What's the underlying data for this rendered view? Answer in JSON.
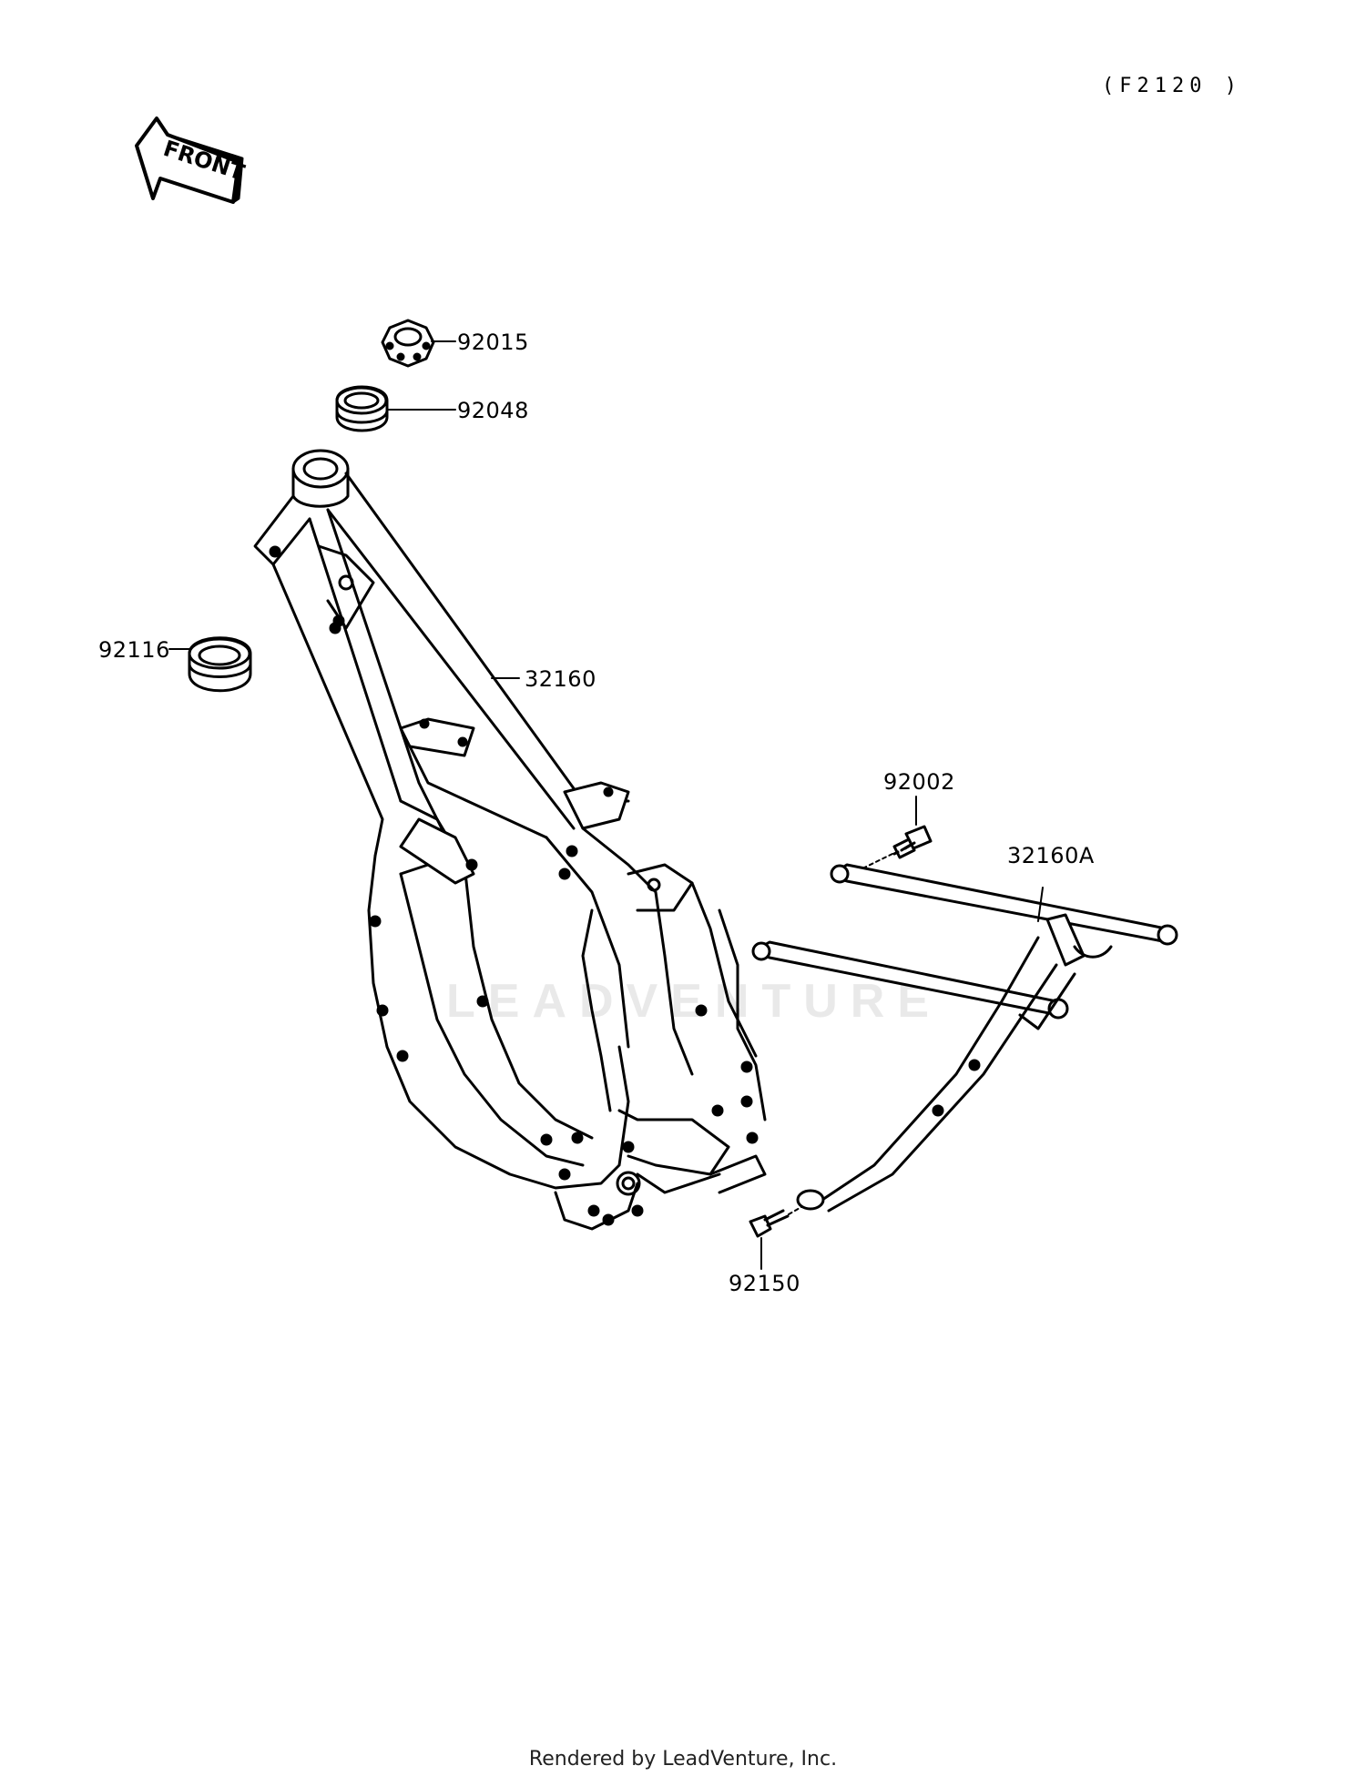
{
  "diagram_code": "(F2120 )",
  "front_label": "FRONT",
  "watermark": "LEADVENTURE",
  "parts": [
    {
      "id": "p92015",
      "number": "92015",
      "name": "nut"
    },
    {
      "id": "p92048",
      "number": "92048",
      "name": "cone-race"
    },
    {
      "id": "p92116",
      "number": "92116",
      "name": "oil-seal"
    },
    {
      "id": "p32160",
      "number": "32160",
      "name": "frame"
    },
    {
      "id": "p92002",
      "number": "92002",
      "name": "bolt"
    },
    {
      "id": "p32160A",
      "number": "32160A",
      "name": "rear-sub-frame"
    },
    {
      "id": "p92150",
      "number": "92150",
      "name": "bolt"
    }
  ],
  "footer": "Rendered by LeadVenture, Inc."
}
